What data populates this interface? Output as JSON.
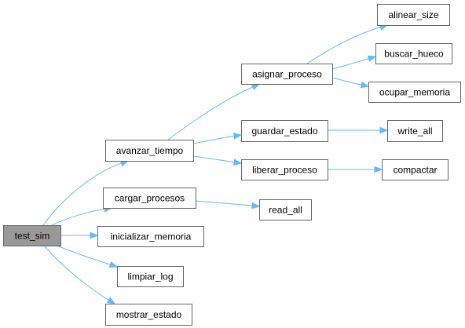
{
  "nodes": [
    {
      "id": "test_sim",
      "label": "test_sim",
      "root": true
    },
    {
      "id": "avanzar_tiempo",
      "label": "avanzar_tiempo"
    },
    {
      "id": "cargar_procesos",
      "label": "cargar_procesos"
    },
    {
      "id": "inicializar_memoria",
      "label": "inicializar_memoria"
    },
    {
      "id": "limpiar_log",
      "label": "limpiar_log"
    },
    {
      "id": "mostrar_estado",
      "label": "mostrar_estado"
    },
    {
      "id": "asignar_proceso",
      "label": "asignar_proceso"
    },
    {
      "id": "guardar_estado",
      "label": "guardar_estado"
    },
    {
      "id": "liberar_proceso",
      "label": "liberar_proceso"
    },
    {
      "id": "read_all",
      "label": "read_all"
    },
    {
      "id": "alinear_size",
      "label": "alinear_size"
    },
    {
      "id": "buscar_hueco",
      "label": "buscar_hueco"
    },
    {
      "id": "ocupar_memoria",
      "label": "ocupar_memoria"
    },
    {
      "id": "write_all",
      "label": "write_all"
    },
    {
      "id": "compactar",
      "label": "compactar"
    }
  ],
  "edges": [
    {
      "from": "test_sim",
      "to": "avanzar_tiempo"
    },
    {
      "from": "test_sim",
      "to": "cargar_procesos"
    },
    {
      "from": "test_sim",
      "to": "inicializar_memoria"
    },
    {
      "from": "test_sim",
      "to": "limpiar_log"
    },
    {
      "from": "test_sim",
      "to": "mostrar_estado"
    },
    {
      "from": "avanzar_tiempo",
      "to": "asignar_proceso"
    },
    {
      "from": "avanzar_tiempo",
      "to": "guardar_estado"
    },
    {
      "from": "avanzar_tiempo",
      "to": "liberar_proceso"
    },
    {
      "from": "cargar_procesos",
      "to": "read_all"
    },
    {
      "from": "asignar_proceso",
      "to": "alinear_size"
    },
    {
      "from": "asignar_proceso",
      "to": "buscar_hueco"
    },
    {
      "from": "asignar_proceso",
      "to": "ocupar_memoria"
    },
    {
      "from": "guardar_estado",
      "to": "write_all"
    },
    {
      "from": "liberar_proceso",
      "to": "compactar"
    }
  ],
  "colors": {
    "edge": "#63b8ff",
    "node_border": "#666666",
    "root_fill": "#999999",
    "node_fill": "#ffffff"
  }
}
